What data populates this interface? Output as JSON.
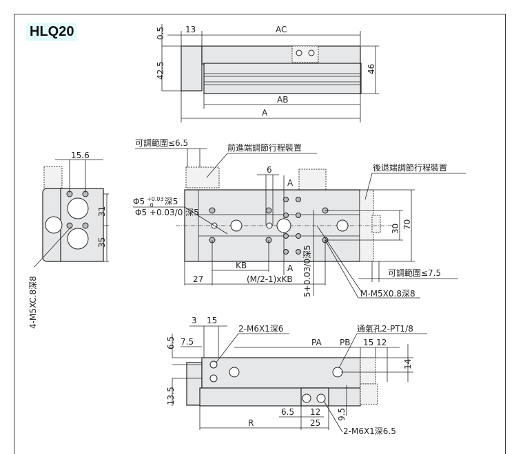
{
  "title": "HLQ20",
  "top_view": {
    "dim_05": "0.5",
    "dim_13": "13",
    "dim_ac": "AC",
    "dim_425": "42.5",
    "dim_46": "46",
    "dim_ab": "AB",
    "dim_a": "A"
  },
  "side_view": {
    "dim_156": "15.6",
    "dim_31": "31",
    "dim_35": "35",
    "note_thread": "4-M5XC.8深8"
  },
  "front_view": {
    "note_adjust_front_range": "可調範圍≤6.5",
    "note_adjust_front": "前進端調節行程裝置",
    "note_adjust_rear": "後退端調節行程裝置",
    "dim_6": "6",
    "section_a": "A",
    "note_pin_hole": "Φ5 +0.03/0 深5",
    "pin_main": "Φ5",
    "pin_tol_upper": "+0.03",
    "pin_tol_lower": "0",
    "pin_depth": "深5",
    "dim_30": "30",
    "dim_70": "70",
    "dim_kb": "KB",
    "dim_27": "27",
    "dim_mkb": "(M/2-1)xKB",
    "note_slot": "5+0.03/0深5",
    "note_adjust_rear_range": "可調範圍≤7.5",
    "note_m_thread": "M-M5X0.8深8"
  },
  "bottom_view": {
    "dim_3": "3",
    "dim_15": "15",
    "note_m6_6": "2-M6X1深6",
    "dim_75": "7.5",
    "dim_65a": "6.5",
    "dim_pa": "PA",
    "dim_pb": "PB",
    "dim_1512": "15 12",
    "note_vent": "通氣孔2-PT1/8",
    "dim_14": "14",
    "dim_135": "13.5",
    "dim_65b": "6.5",
    "dim_12": "12",
    "dim_95": "9.5",
    "dim_r": "R",
    "dim_25": "25",
    "note_m6_65": "2-M6X1深6.5"
  }
}
